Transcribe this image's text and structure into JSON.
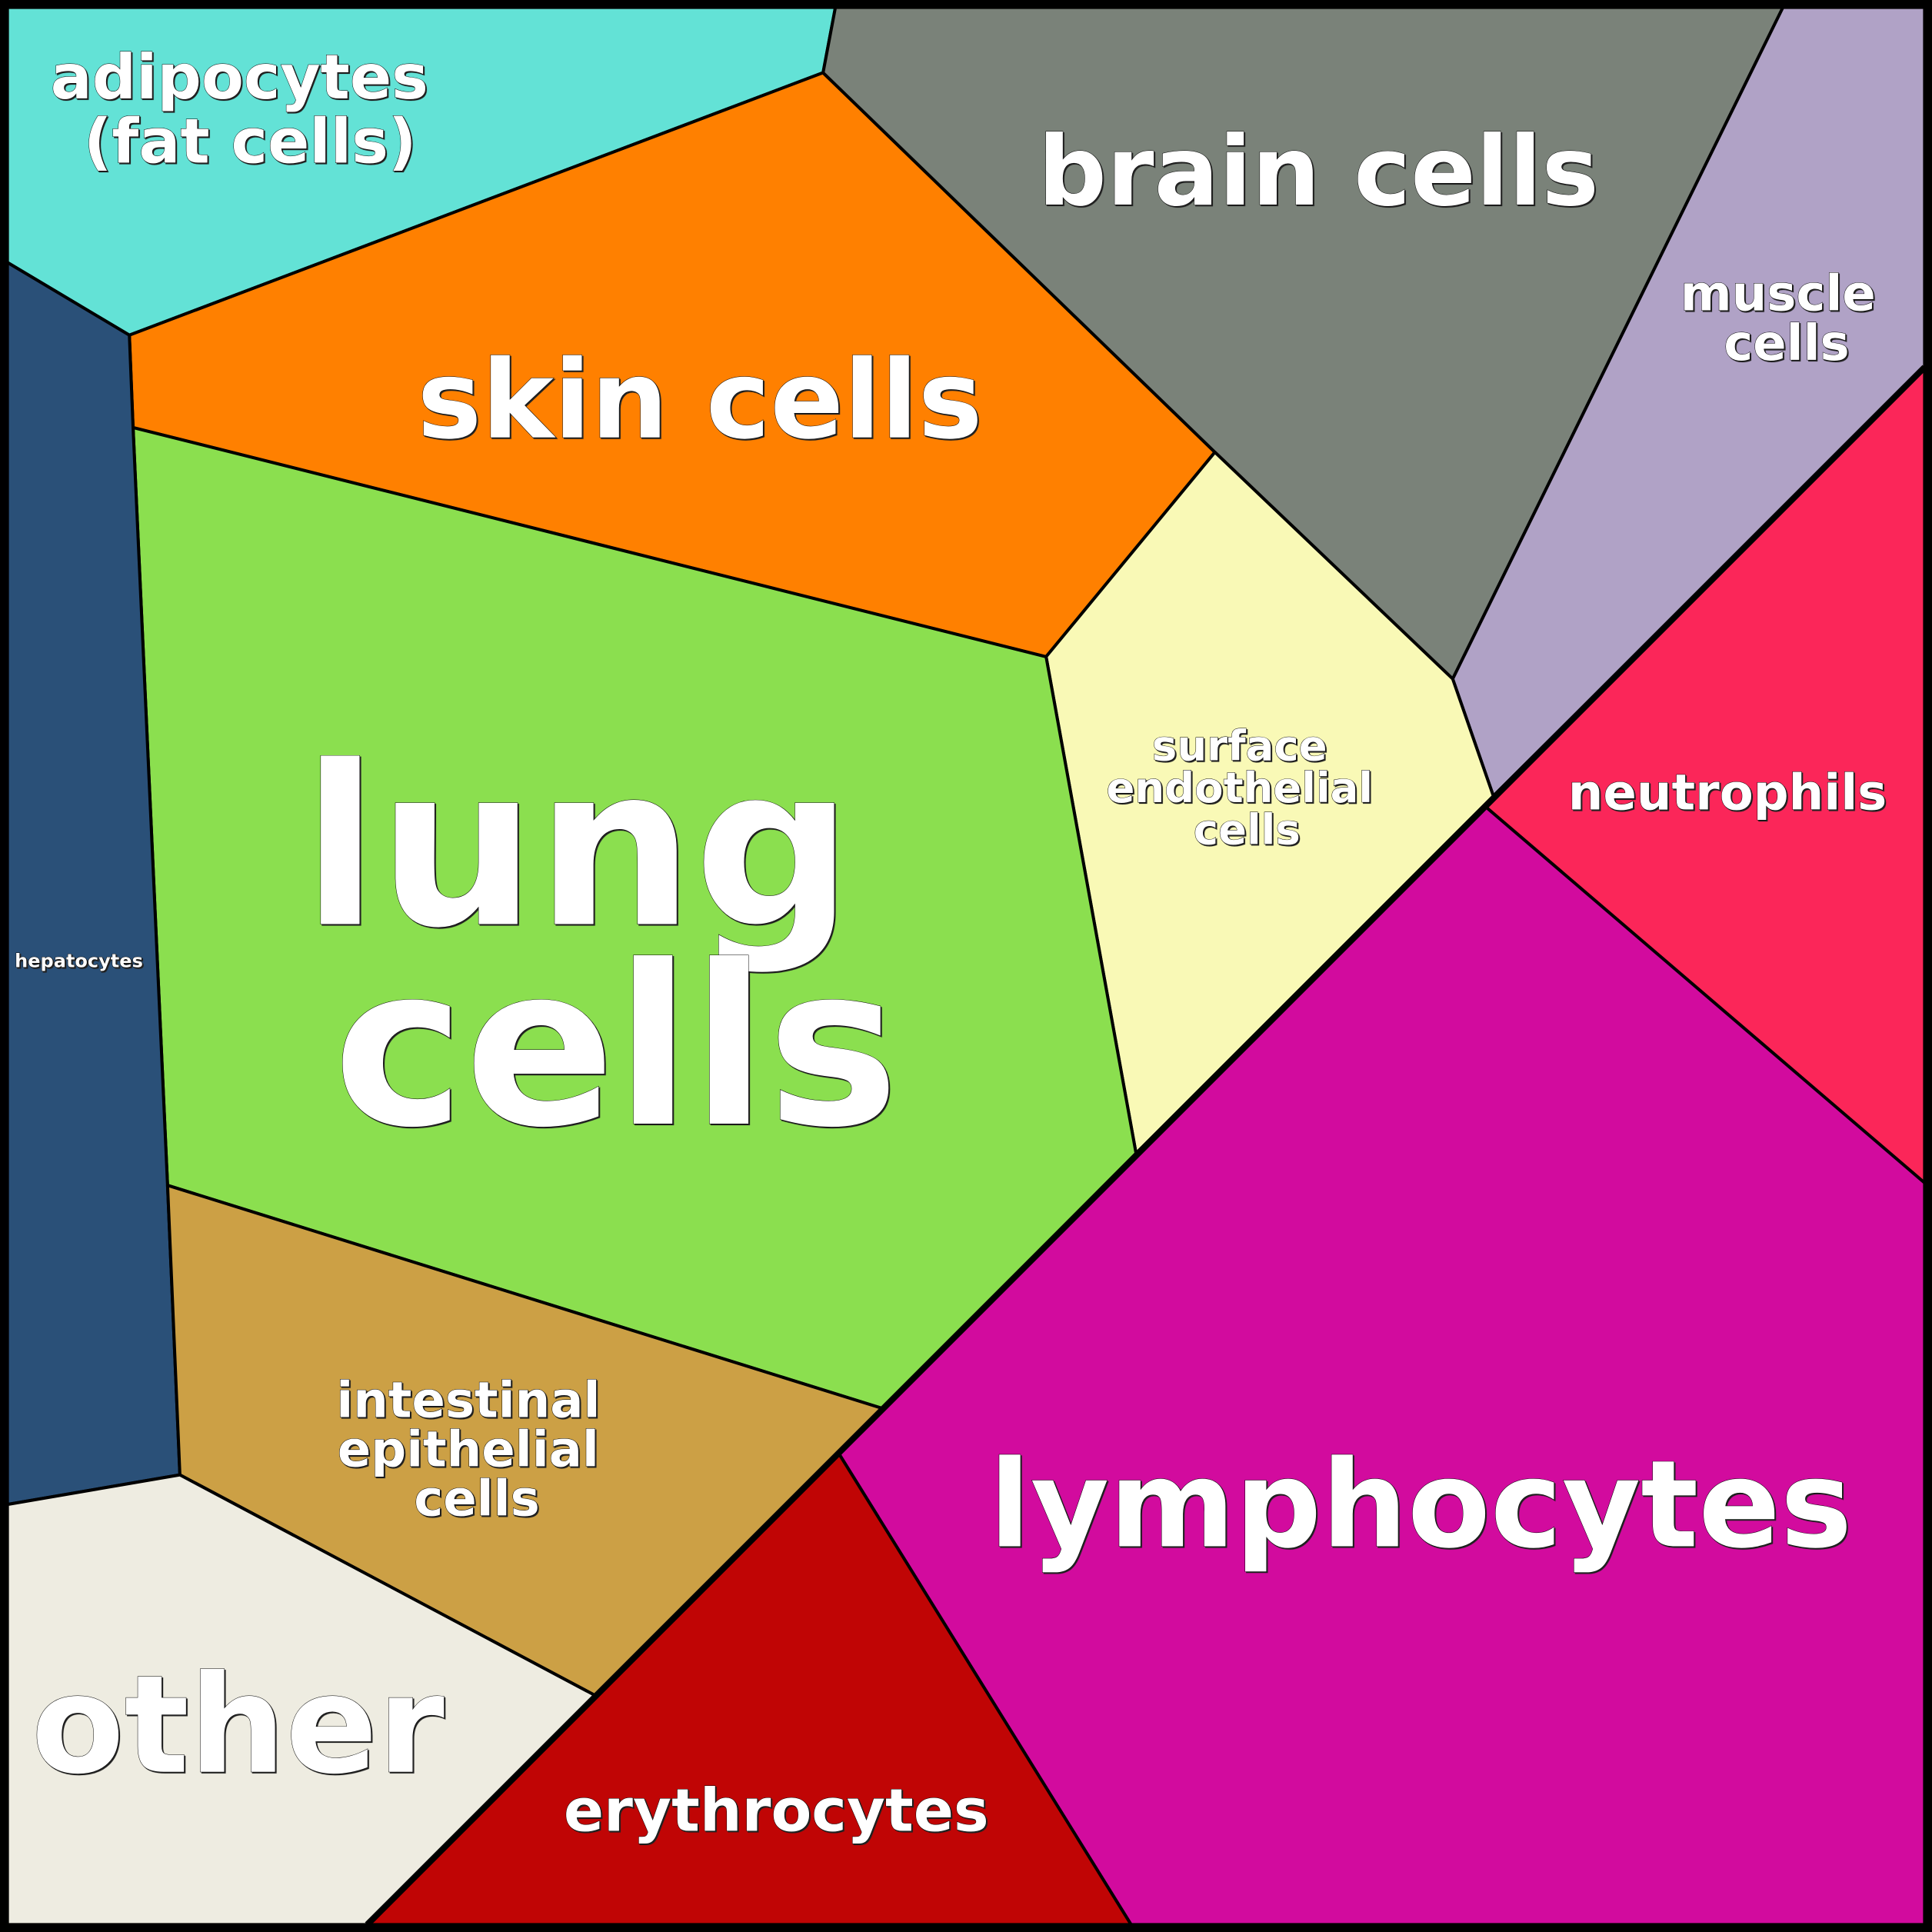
{
  "title": "Voronoi diagram of human cell types",
  "cells": {
    "adipocytes": {
      "lines": [
        "adipocytes",
        "(fat cells)"
      ],
      "color": "#63E2D6"
    },
    "skin": {
      "lines": [
        "skin cells"
      ],
      "color": "#FF8000"
    },
    "brain": {
      "lines": [
        "brain cells"
      ],
      "color": "#7A8279"
    },
    "muscle": {
      "lines": [
        "muscle",
        "cells"
      ],
      "color": "#B0A2C6"
    },
    "endothelial": {
      "lines": [
        "surface",
        "endothelial",
        "cells"
      ],
      "color": "#F9F9B6"
    },
    "neutrophils": {
      "lines": [
        "neutrophils"
      ],
      "color": "#FB2659"
    },
    "lymphocytes": {
      "lines": [
        "lymphocytes"
      ],
      "color": "#D20B9E"
    },
    "lung": {
      "lines": [
        "lung",
        "cells"
      ],
      "color": "#8BDF4F"
    },
    "hepatocytes": {
      "lines": [
        "hepatocytes"
      ],
      "color": "#2A5078"
    },
    "intestinal": {
      "lines": [
        "intestinal",
        "epithelial",
        "cells"
      ],
      "color": "#CCA045"
    },
    "other": {
      "lines": [
        "other"
      ],
      "color": "#EEECE1"
    },
    "erythrocytes": {
      "lines": [
        "erythrocytes"
      ],
      "color": "#C00505"
    }
  }
}
